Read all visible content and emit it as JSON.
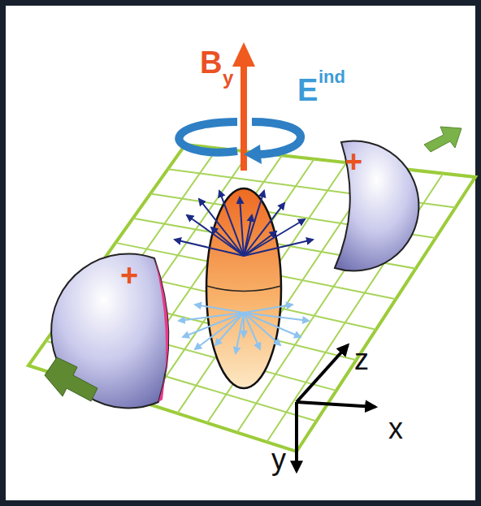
{
  "diagram": {
    "labels": [
      "B",
      "y",
      "E",
      "ind",
      "+",
      "+",
      "z",
      "x",
      "y"
    ]
  }
}
